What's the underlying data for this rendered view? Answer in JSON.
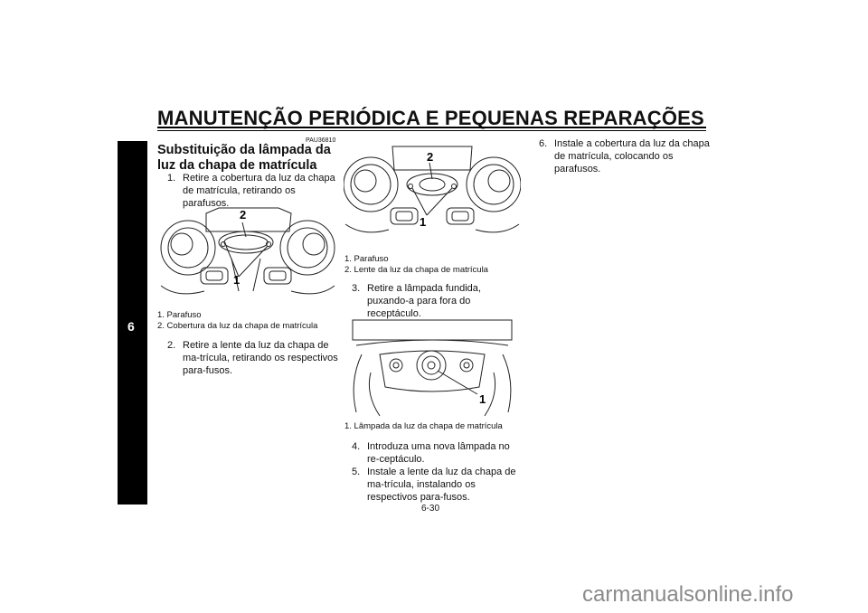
{
  "header": {
    "title": "MANUTENÇÃO PERIÓDICA E PEQUENAS REPARAÇÕES"
  },
  "chapter_tab": "6",
  "section": {
    "code": "PAU36810",
    "title": "Substituição da lâmpada da luz da chapa de matrícula"
  },
  "steps": [
    {
      "num": "1.",
      "text": "Retire a cobertura da luz da chapa de matrícula, retirando os parafusos."
    },
    {
      "num": "2.",
      "text": "Retire a lente da luz da chapa de ma-trícula, retirando os respectivos para-fusos."
    },
    {
      "num": "3.",
      "text": "Retire a lâmpada fundida, puxando-a para fora do receptáculo."
    },
    {
      "num": "4.",
      "text": "Introduza uma nova lâmpada no re-ceptáculo."
    },
    {
      "num": "5.",
      "text": "Instale a lente da luz da chapa de ma-trícula, instalando os respectivos para-fusos."
    },
    {
      "num": "6.",
      "text": "Instale a cobertura da luz da chapa de matrícula, colocando os parafusos."
    }
  ],
  "figures": {
    "fig1": {
      "callouts": [
        "2",
        "1"
      ],
      "captions": [
        "1. Parafuso",
        "2. Cobertura da luz da chapa de matrícula"
      ]
    },
    "fig2": {
      "callouts": [
        "2",
        "1"
      ],
      "captions": [
        "1. Parafuso",
        "2. Lente da luz da chapa de matrícula"
      ]
    },
    "fig3": {
      "callouts": [
        "1"
      ],
      "captions": [
        "1. Lâmpada da luz da chapa de matrícula"
      ]
    }
  },
  "page_number": "6-30",
  "watermark": "carmanualsonline.info"
}
